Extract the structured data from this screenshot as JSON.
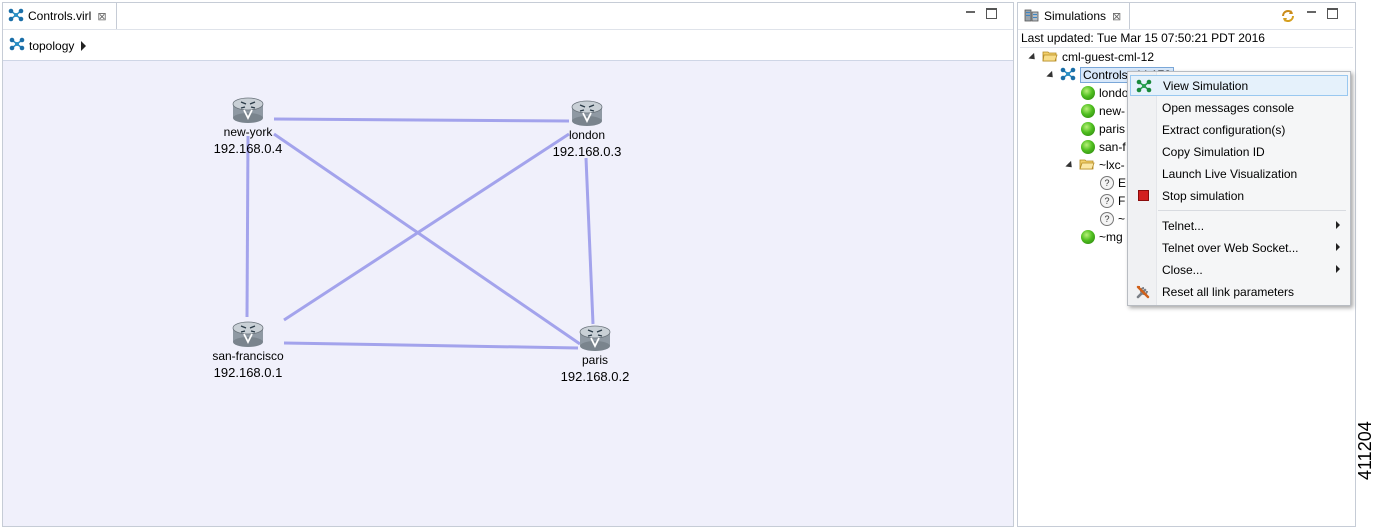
{
  "editor": {
    "tab_title": "Controls.virl",
    "breadcrumb": "topology",
    "nodes": [
      {
        "name": "new-york",
        "ip": "192.168.0.4"
      },
      {
        "name": "london",
        "ip": "192.168.0.3"
      },
      {
        "name": "san-francisco",
        "ip": "192.168.0.1"
      },
      {
        "name": "paris",
        "ip": "192.168.0.2"
      }
    ]
  },
  "simulations": {
    "tab_title": "Simulations",
    "last_updated": "Last updated: Tue Mar 15 07:50:21 PDT 2016",
    "tree": {
      "server": "cml-guest-cml-12",
      "simulation": "Controls-virl-178",
      "nodes": [
        "londo",
        "new-",
        "paris",
        "san-f"
      ],
      "group": "~lxc-",
      "group_items": [
        "E",
        "F",
        "~"
      ],
      "mgmt": "~mg"
    }
  },
  "context_menu": {
    "items": [
      {
        "label": "View Simulation",
        "icon": "topology-icon"
      },
      {
        "label": "Open messages console"
      },
      {
        "label": "Extract configuration(s)"
      },
      {
        "label": "Copy Simulation ID"
      },
      {
        "label": "Launch Live Visualization"
      },
      {
        "label": "Stop simulation",
        "icon": "stop-icon"
      },
      {
        "label": "Telnet..."
      },
      {
        "label": "Telnet over Web Socket..."
      },
      {
        "label": "Close..."
      },
      {
        "label": "Reset all link parameters",
        "icon": "tools-icon"
      }
    ]
  },
  "figure_id": "411204",
  "colors": {
    "link": "#a3a3ec",
    "canvas": "#f0f0fb",
    "selection": "#d8e8fa",
    "menu_highlight": "#e5f1fb",
    "node_ok": "#4fbf1f",
    "stop": "#d21f1f"
  }
}
